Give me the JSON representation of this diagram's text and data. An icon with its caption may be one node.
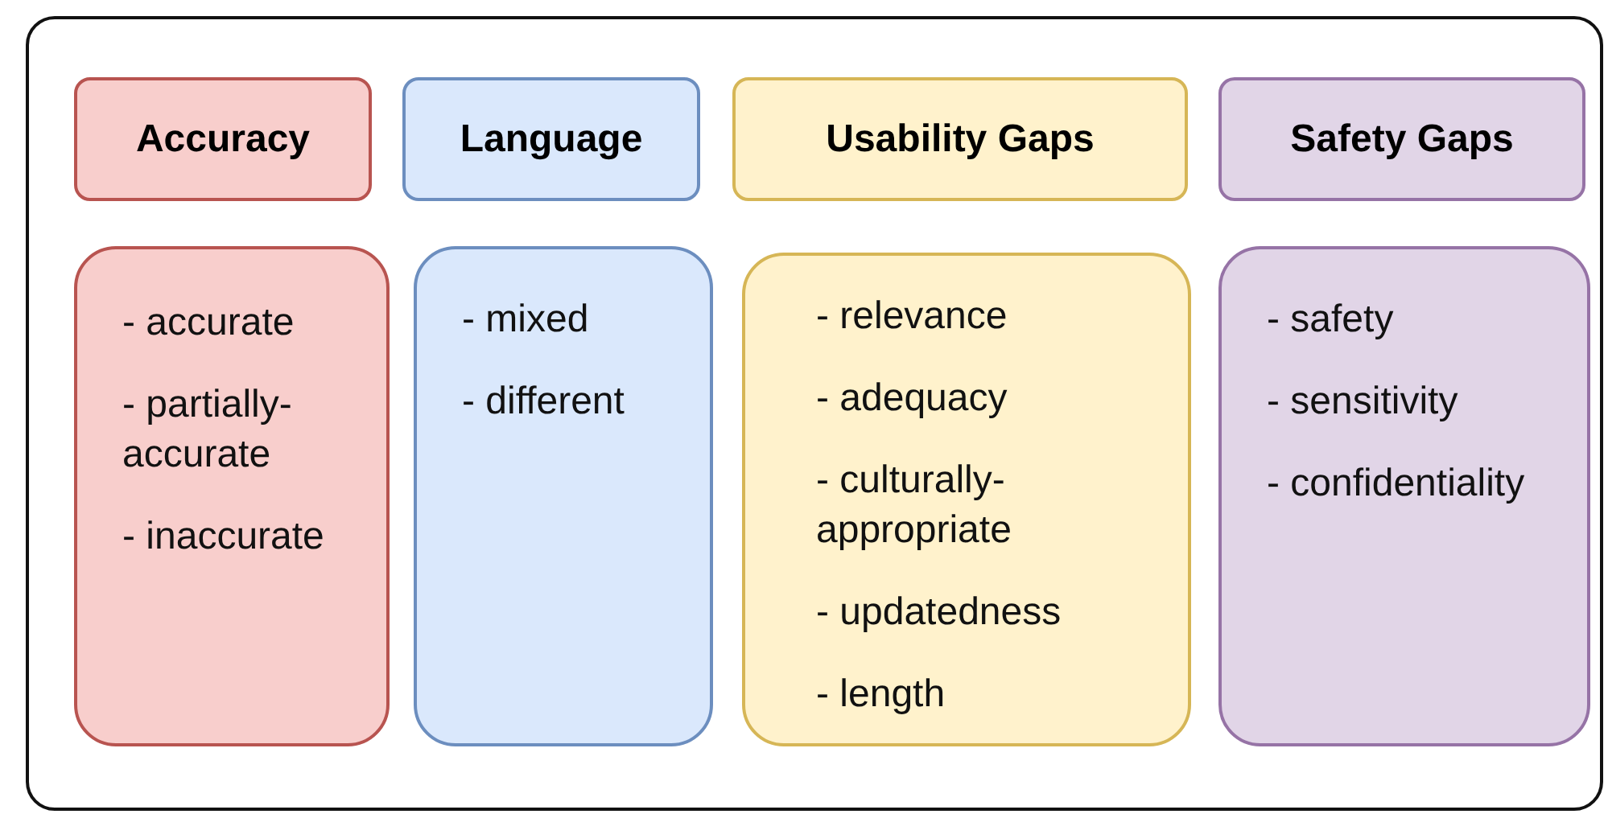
{
  "diagram": {
    "nodes": [
      {
        "text": [],
        "shape": "box"
      },
      {
        "text": [
          "Accuracy"
        ],
        "in": 0
      },
      {
        "text": [
          "Language"
        ],
        "in": 0
      },
      {
        "text": [
          "Usability Gaps"
        ],
        "in": 0
      },
      {
        "text": [
          "Safety Gaps"
        ],
        "in": 0
      },
      {
        "text": [
          "- accurate",
          "- partially-accurate",
          "- inaccurate"
        ],
        "in": 0
      },
      {
        "text": [
          "- mixed",
          "- different"
        ],
        "in": 0
      },
      {
        "text": [
          "- relevance",
          "- adequacy",
          "- culturally-appropriate",
          "- updatedness",
          "- length"
        ],
        "in": 0
      },
      {
        "text": [
          "- safety",
          "- sensitivity",
          "- confidentiality"
        ],
        "in": 0
      }
    ]
  }
}
